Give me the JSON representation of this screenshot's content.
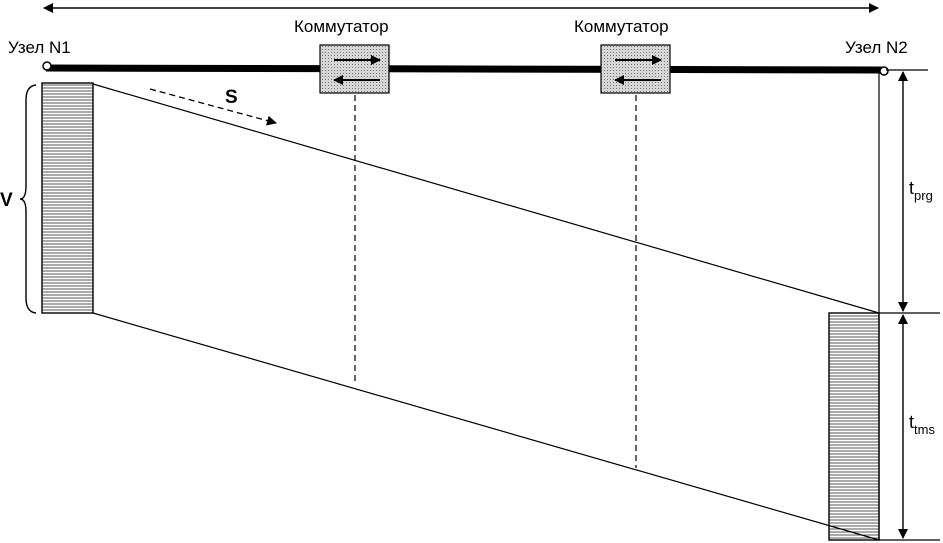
{
  "node1": {
    "label": "Узел N1"
  },
  "node2": {
    "label": "Узел N2"
  },
  "switch1": {
    "label": "Коммутатор"
  },
  "switch2": {
    "label": "Коммутатор"
  },
  "volume_label": "V",
  "speed_label": "S",
  "t_prg": {
    "main": "t",
    "sub": "prg"
  },
  "t_tms": {
    "main": "t",
    "sub": "tms"
  },
  "colors": {
    "line": "#000000",
    "switch_fill": "#cfcfcf",
    "block_fill": "#ffffff"
  }
}
